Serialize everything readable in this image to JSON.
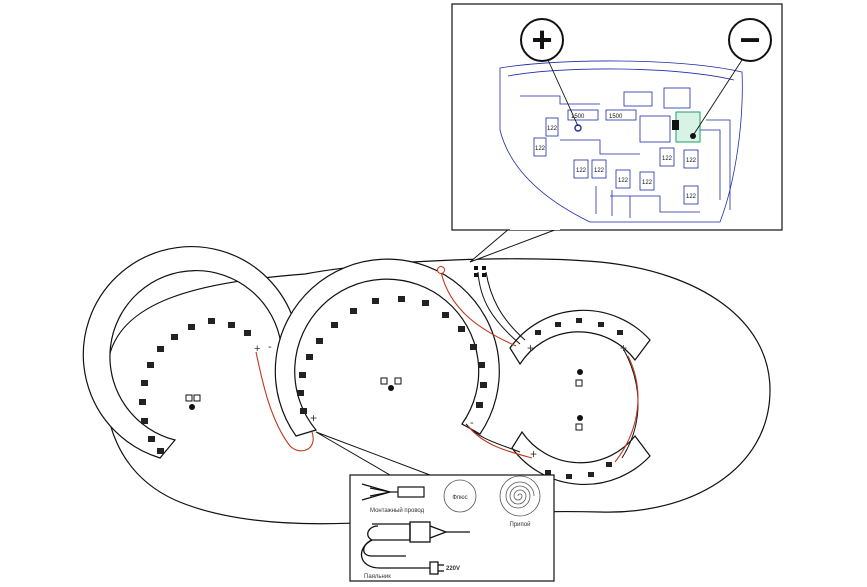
{
  "diagram": {
    "inset_top": {
      "plus_symbol": "+",
      "minus_symbol": "−",
      "components": [
        "1500",
        "1500",
        "122",
        "122",
        "122",
        "122",
        "122",
        "122",
        "122",
        "122",
        "122"
      ]
    },
    "connector_marks": {
      "plus": "+",
      "minus": "-"
    },
    "legend": {
      "mounting_wire": "Монтажный провод",
      "flux": "Флюс",
      "solder": "Припой",
      "soldering_iron": "Паяльник",
      "voltage": "220V"
    },
    "colors": {
      "line": "#111111",
      "wire_red": "#c0391b",
      "pcb_blue": "#1f2aa8",
      "pcb_green": "#18a06a"
    }
  }
}
